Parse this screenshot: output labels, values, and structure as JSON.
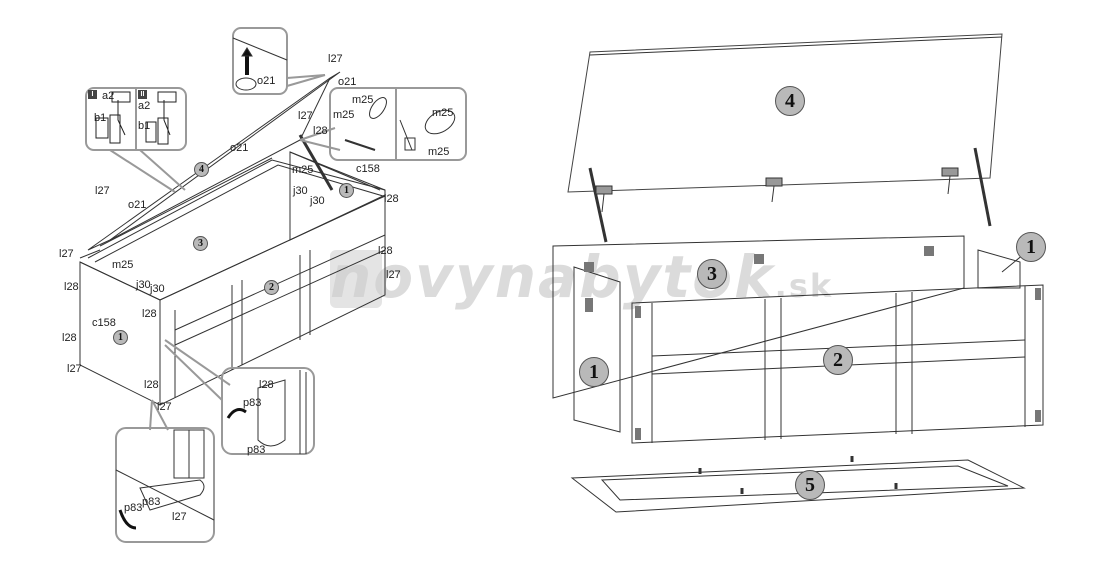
{
  "watermark": {
    "text": "novynabytok",
    "suffix": ".sk"
  },
  "left_diagram": {
    "part_badges": [
      {
        "id": "p4",
        "label": "4"
      },
      {
        "id": "p3",
        "label": "3"
      },
      {
        "id": "p2",
        "label": "2"
      },
      {
        "id": "p1a",
        "label": "1"
      },
      {
        "id": "p1b",
        "label": "1"
      }
    ],
    "labels": {
      "l27_top": "l27",
      "o21_top": "o21",
      "o21_inset": "o21",
      "o21_mid": "o21",
      "o21_left": "o21",
      "l27_left": "l27",
      "l27_hinge": "l27",
      "l28_hinge": "l28",
      "m25_a": "m25",
      "m25_b": "m25",
      "m25_c": "m25",
      "m25_d": "m25",
      "m25_strut": "m25",
      "m25_left": "m25",
      "c158_top": "c158",
      "c158_left": "c158",
      "j30_a": "j30",
      "j30_b": "j30",
      "j30_c": "j30",
      "j30_d": "j30",
      "l28_right": "l28",
      "l27_right": "l27",
      "l28_right_top": "l28",
      "l27_l_side_top": "l27",
      "l28_l_side_top": "l28",
      "l28_l_side_bot": "l28",
      "l27_l_side_bot": "l27",
      "l28_front_mid": "l28",
      "l28_front_bot": "l28",
      "l27_front_bot": "l27",
      "l28_inset": "l28",
      "p83_a": "p83",
      "p83_b": "p83",
      "p83_c": "p83",
      "p83_d": "p83",
      "l27_inset_bot": "l27"
    },
    "hinge_inset": {
      "step_1": "I",
      "step_2": "II",
      "a2_1": "a2",
      "b1_1": "b1",
      "a2_2": "a2",
      "b1_2": "b1"
    }
  },
  "right_diagram": {
    "part_badges": [
      {
        "id": "r4",
        "label": "4"
      },
      {
        "id": "r3",
        "label": "3"
      },
      {
        "id": "r1a",
        "label": "1"
      },
      {
        "id": "r1b",
        "label": "1"
      },
      {
        "id": "r2",
        "label": "2"
      },
      {
        "id": "r5",
        "label": "5"
      }
    ]
  }
}
